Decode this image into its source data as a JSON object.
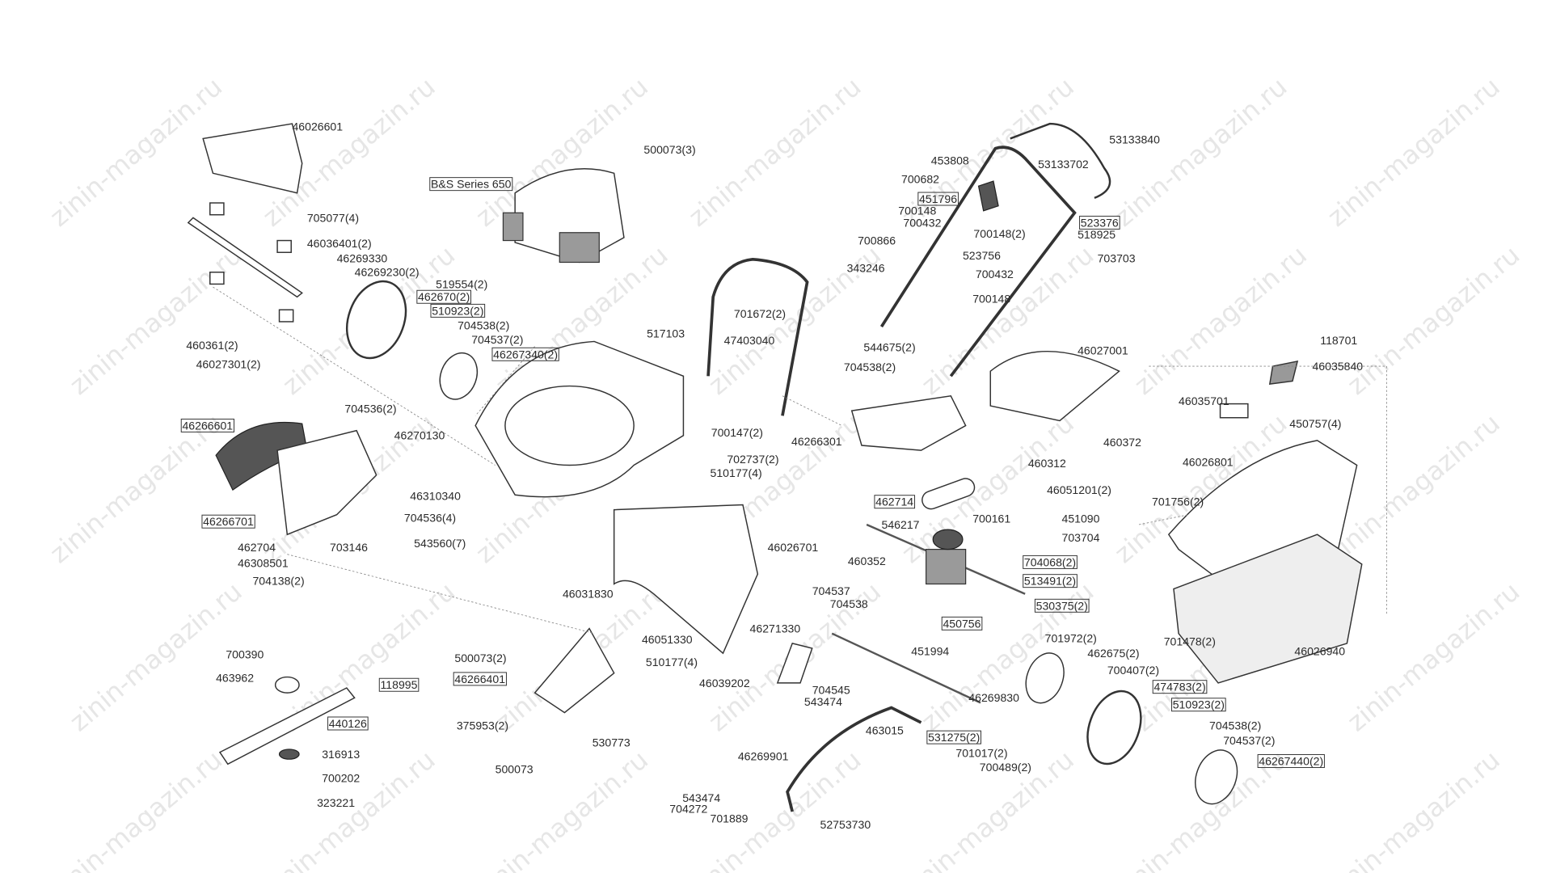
{
  "watermark": "zinin-magazin.ru",
  "labels": [
    {
      "text": "46026601",
      "boxed": false
    },
    {
      "text": "705077(4)",
      "boxed": false
    },
    {
      "text": "46036401(2)",
      "boxed": false
    },
    {
      "text": "46269330",
      "boxed": false
    },
    {
      "text": "46269230(2)",
      "boxed": false
    },
    {
      "text": "519554(2)",
      "boxed": false
    },
    {
      "text": "462670(2)",
      "boxed": true
    },
    {
      "text": "510923(2)",
      "boxed": true
    },
    {
      "text": "704538(2)",
      "boxed": false
    },
    {
      "text": "704537(2)",
      "boxed": false
    },
    {
      "text": "46267340(2)",
      "boxed": true
    },
    {
      "text": "460361(2)",
      "boxed": false
    },
    {
      "text": "46027301(2)",
      "boxed": false
    },
    {
      "text": "B&S Series 650",
      "boxed": true
    },
    {
      "text": "500073(3)",
      "boxed": false
    },
    {
      "text": "517103",
      "boxed": false
    },
    {
      "text": "704536(2)",
      "boxed": false
    },
    {
      "text": "46266601",
      "boxed": true
    },
    {
      "text": "46270130",
      "boxed": false
    },
    {
      "text": "46310340",
      "boxed": false
    },
    {
      "text": "704536(4)",
      "boxed": false
    },
    {
      "text": "543560(7)",
      "boxed": false
    },
    {
      "text": "46266701",
      "boxed": true
    },
    {
      "text": "462704",
      "boxed": false
    },
    {
      "text": "46308501",
      "boxed": false
    },
    {
      "text": "703146",
      "boxed": false
    },
    {
      "text": "704138(2)",
      "boxed": false
    },
    {
      "text": "700147(2)",
      "boxed": false
    },
    {
      "text": "702737(2)",
      "boxed": false
    },
    {
      "text": "510177(4)",
      "boxed": false
    },
    {
      "text": "46026701",
      "boxed": false
    },
    {
      "text": "46031830",
      "boxed": false
    },
    {
      "text": "46051330",
      "boxed": false
    },
    {
      "text": "510177(4)",
      "boxed": false
    },
    {
      "text": "46039202",
      "boxed": false
    },
    {
      "text": "700390",
      "boxed": false
    },
    {
      "text": "463962",
      "boxed": false
    },
    {
      "text": "118995",
      "boxed": true
    },
    {
      "text": "440126",
      "boxed": true
    },
    {
      "text": "316913",
      "boxed": false
    },
    {
      "text": "700202",
      "boxed": false
    },
    {
      "text": "323221",
      "boxed": false
    },
    {
      "text": "500073(2)",
      "boxed": false
    },
    {
      "text": "46266401",
      "boxed": true
    },
    {
      "text": "375953(2)",
      "boxed": false
    },
    {
      "text": "530773",
      "boxed": false
    },
    {
      "text": "500073",
      "boxed": false
    },
    {
      "text": "701672(2)",
      "boxed": false
    },
    {
      "text": "47403040",
      "boxed": false
    },
    {
      "text": "544675(2)",
      "boxed": false
    },
    {
      "text": "704538(2)",
      "boxed": false
    },
    {
      "text": "343246",
      "boxed": false
    },
    {
      "text": "700866",
      "boxed": false
    },
    {
      "text": "700682",
      "boxed": false
    },
    {
      "text": "453808",
      "boxed": false
    },
    {
      "text": "451796",
      "boxed": true
    },
    {
      "text": "700148",
      "boxed": false
    },
    {
      "text": "700432",
      "boxed": false
    },
    {
      "text": "700148(2)",
      "boxed": false
    },
    {
      "text": "523756",
      "boxed": false
    },
    {
      "text": "700432",
      "boxed": false
    },
    {
      "text": "700148",
      "boxed": false
    },
    {
      "text": "53133840",
      "boxed": false
    },
    {
      "text": "53133702",
      "boxed": false
    },
    {
      "text": "523376",
      "boxed": true
    },
    {
      "text": "518925",
      "boxed": false
    },
    {
      "text": "703703",
      "boxed": false
    },
    {
      "text": "46027001",
      "boxed": false
    },
    {
      "text": "46266301",
      "boxed": false
    },
    {
      "text": "460372",
      "boxed": false
    },
    {
      "text": "460312",
      "boxed": false
    },
    {
      "text": "46051201(2)",
      "boxed": false
    },
    {
      "text": "462714",
      "boxed": true
    },
    {
      "text": "546217",
      "boxed": false
    },
    {
      "text": "700161",
      "boxed": false
    },
    {
      "text": "451090",
      "boxed": false
    },
    {
      "text": "703704",
      "boxed": false
    },
    {
      "text": "460352",
      "boxed": false
    },
    {
      "text": "704068(2)",
      "boxed": true
    },
    {
      "text": "513491(2)",
      "boxed": true
    },
    {
      "text": "530375(2)",
      "boxed": true
    },
    {
      "text": "704537",
      "boxed": false
    },
    {
      "text": "704538",
      "boxed": false
    },
    {
      "text": "46271330",
      "boxed": false
    },
    {
      "text": "450756",
      "boxed": true
    },
    {
      "text": "451994",
      "boxed": false
    },
    {
      "text": "701972(2)",
      "boxed": false
    },
    {
      "text": "462675(2)",
      "boxed": false
    },
    {
      "text": "700407(2)",
      "boxed": false
    },
    {
      "text": "474783(2)",
      "boxed": true
    },
    {
      "text": "510923(2)",
      "boxed": true
    },
    {
      "text": "704538(2)",
      "boxed": false
    },
    {
      "text": "704537(2)",
      "boxed": false
    },
    {
      "text": "46267440(2)",
      "boxed": true
    },
    {
      "text": "704545",
      "boxed": false
    },
    {
      "text": "543474",
      "boxed": false
    },
    {
      "text": "46269830",
      "boxed": false
    },
    {
      "text": "463015",
      "boxed": false
    },
    {
      "text": "531275(2)",
      "boxed": true
    },
    {
      "text": "701017(2)",
      "boxed": false
    },
    {
      "text": "700489(2)",
      "boxed": false
    },
    {
      "text": "46269901",
      "boxed": false
    },
    {
      "text": "543474",
      "boxed": false
    },
    {
      "text": "704272",
      "boxed": false
    },
    {
      "text": "701889",
      "boxed": false
    },
    {
      "text": "52753730",
      "boxed": false
    },
    {
      "text": "118701",
      "boxed": false
    },
    {
      "text": "46035840",
      "boxed": false
    },
    {
      "text": "46035701",
      "boxed": false
    },
    {
      "text": "450757(4)",
      "boxed": false
    },
    {
      "text": "46026801",
      "boxed": false
    },
    {
      "text": "701756(2)",
      "boxed": false
    },
    {
      "text": "701478(2)",
      "boxed": false
    },
    {
      "text": "46026940",
      "boxed": false
    }
  ]
}
